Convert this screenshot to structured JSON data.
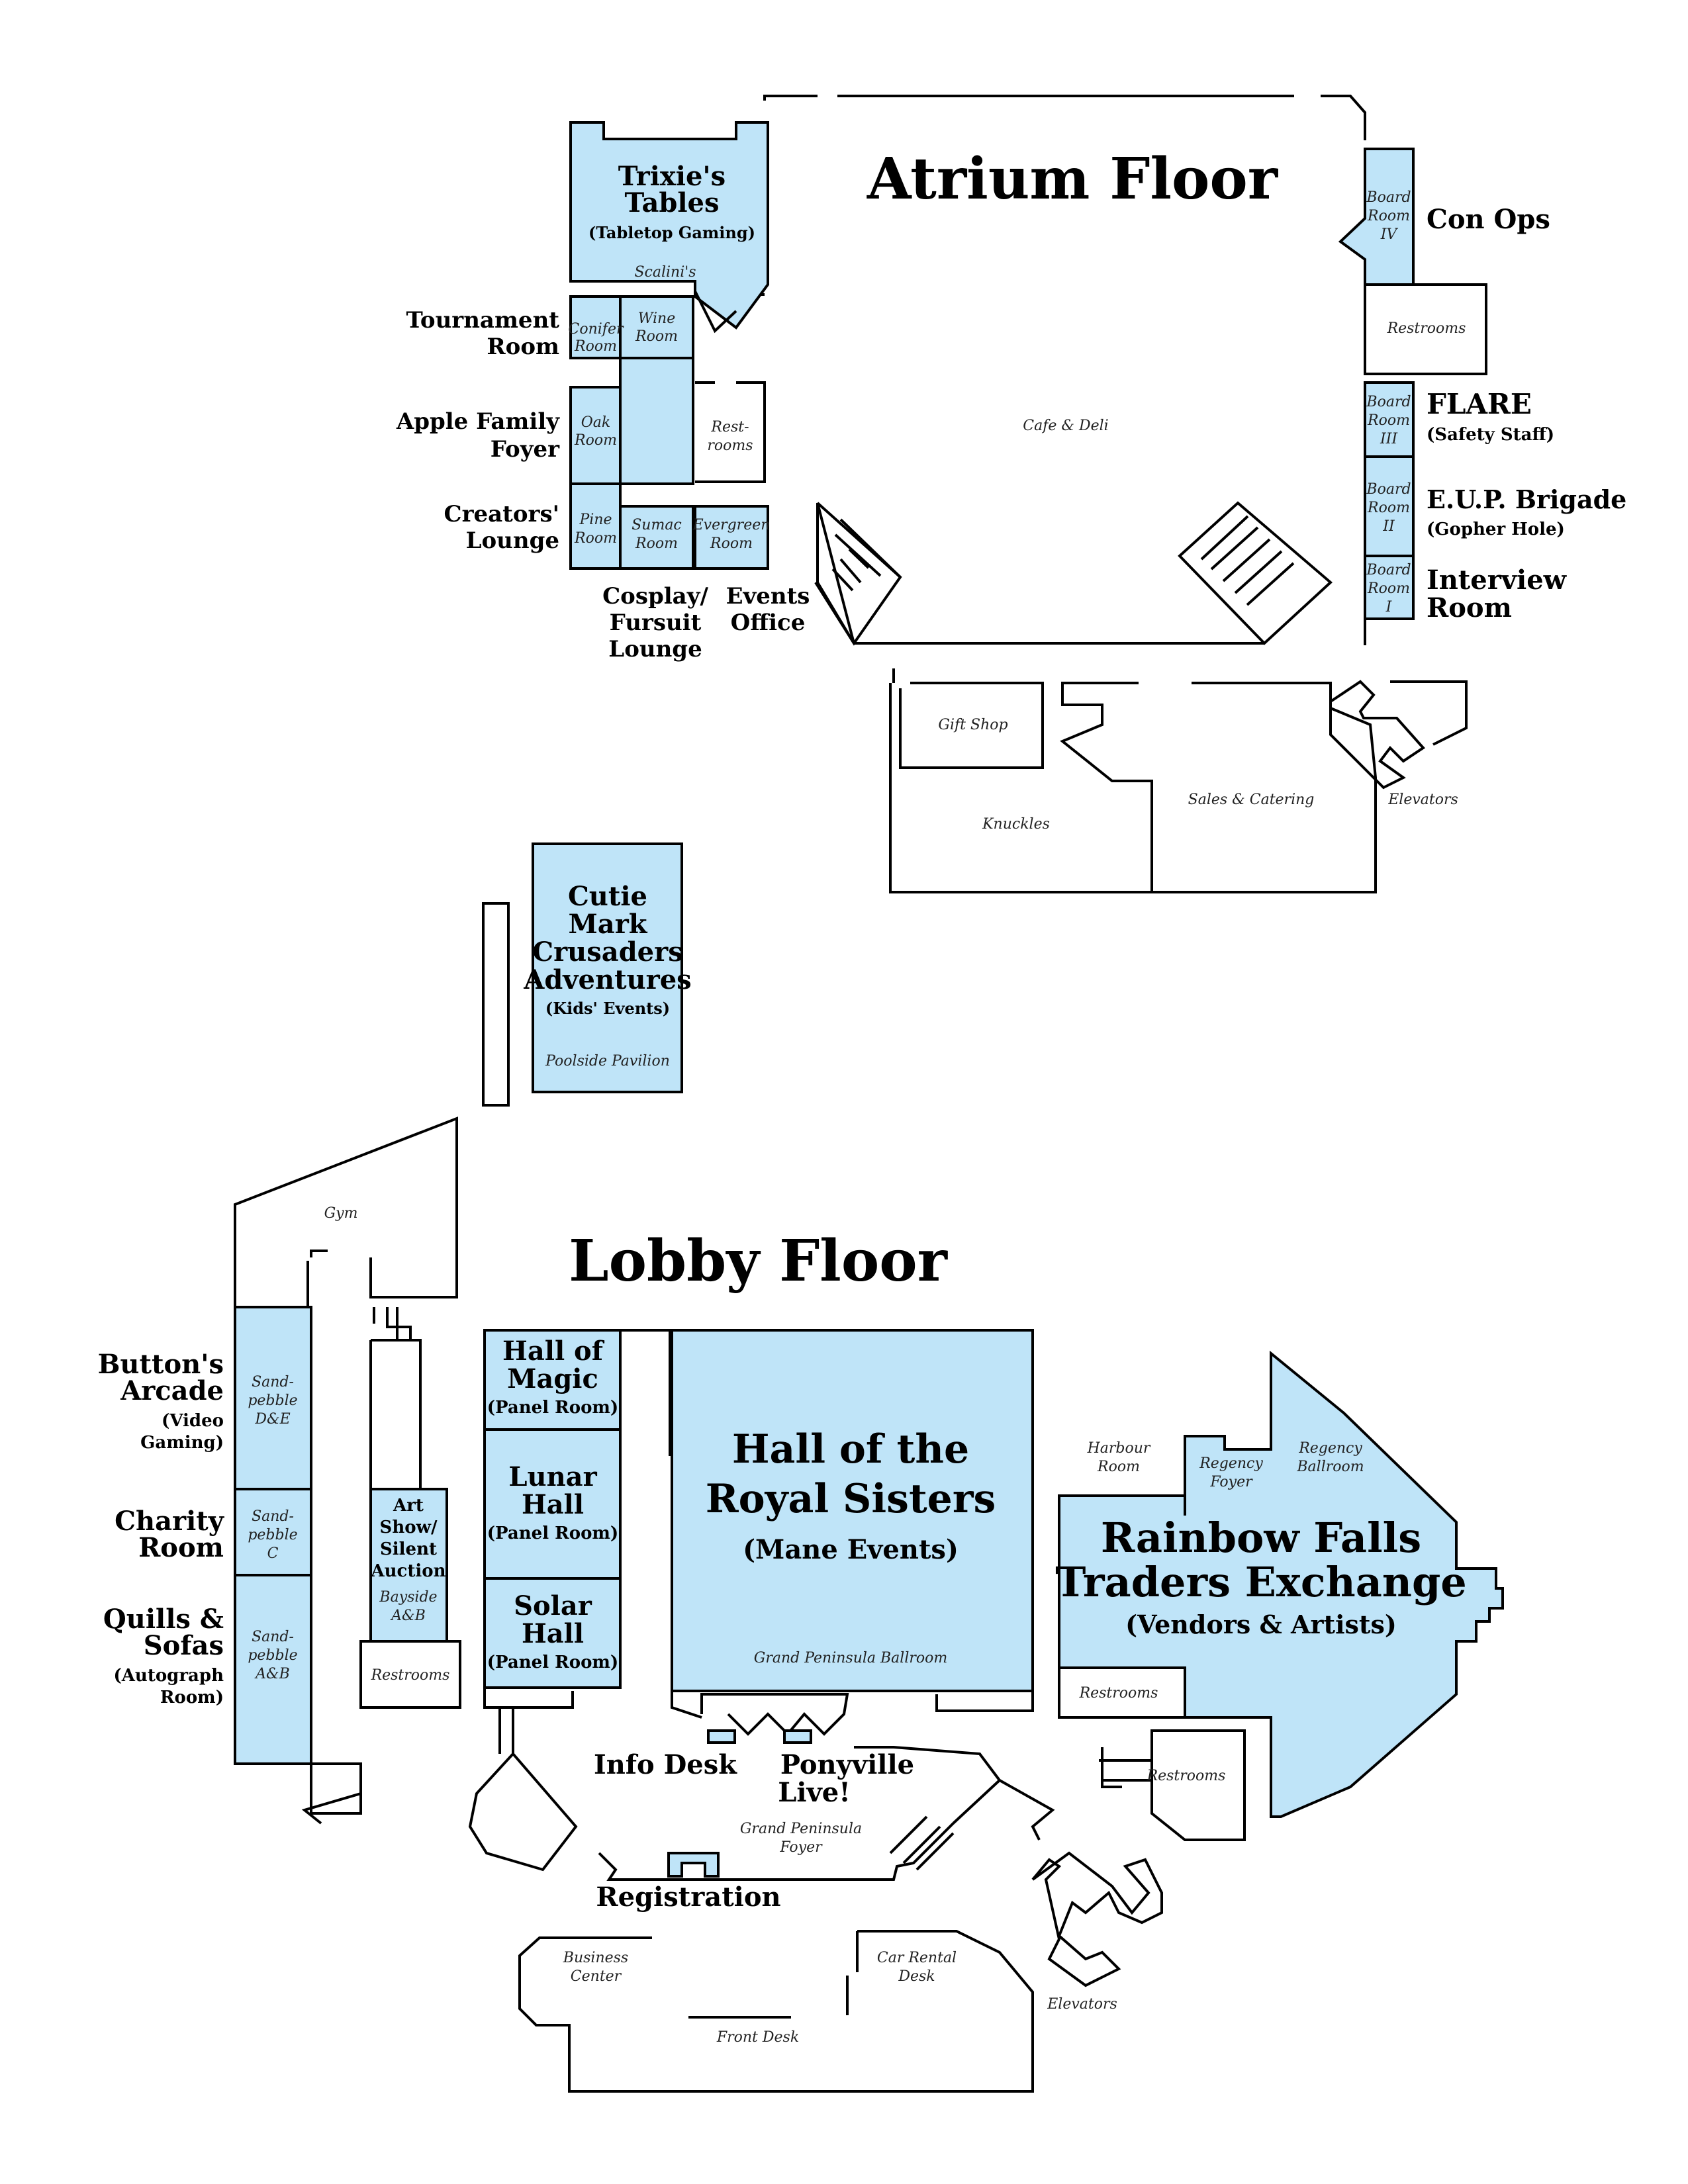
{
  "atrium": {
    "title": "Atrium Floor",
    "trixie": {
      "l1": "Trixie's",
      "l2": "Tables",
      "sub": "(Tabletop Gaming)",
      "room": "Scalini's"
    },
    "tournament": {
      "l1": "Tournament",
      "l2": "Room"
    },
    "conifer": {
      "l1": "Conifer",
      "l2": "Room"
    },
    "wine": {
      "l1": "Wine",
      "l2": "Room"
    },
    "apple": {
      "l1": "Apple Family",
      "l2": "Foyer"
    },
    "oak": {
      "l1": "Oak",
      "l2": "Room"
    },
    "restrooms_left": {
      "l1": "Rest-",
      "l2": "rooms"
    },
    "creators": {
      "l1": "Creators'",
      "l2": "Lounge"
    },
    "pine": {
      "l1": "Pine",
      "l2": "Room"
    },
    "sumac": {
      "l1": "Sumac",
      "l2": "Room"
    },
    "evergreen": {
      "l1": "Evergreen",
      "l2": "Room"
    },
    "cosplay": {
      "l1": "Cosplay/",
      "l2": "Fursuit",
      "l3": "Lounge"
    },
    "events": {
      "l1": "Events",
      "l2": "Office"
    },
    "cafe": "Cafe & Deli",
    "board4": {
      "l1": "Board",
      "l2": "Room",
      "l3": "IV"
    },
    "conops": "Con Ops",
    "restrooms_right": "Restrooms",
    "board3": {
      "l1": "Board",
      "l2": "Room",
      "l3": "III"
    },
    "flare": {
      "l1": "FLARE",
      "l2": "(Safety Staff)"
    },
    "board2": {
      "l1": "Board",
      "l2": "Room",
      "l3": "II"
    },
    "eup": {
      "l1": "E.U.P. Brigade",
      "l2": "(Gopher Hole)"
    },
    "board1": {
      "l1": "Board",
      "l2": "Room",
      "l3": "I"
    },
    "interview": {
      "l1": "Interview",
      "l2": "Room"
    },
    "gift": "Gift Shop",
    "knuckles": "Knuckles",
    "sales": "Sales & Catering",
    "elevators": "Elevators"
  },
  "pool": {
    "l1": "Cutie",
    "l2": "Mark",
    "l3": "Crusaders",
    "l4": "Adventures",
    "sub": "(Kids' Events)",
    "room": "Poolside Pavilion"
  },
  "lobby": {
    "title": "Lobby Floor",
    "gym": "Gym",
    "button": {
      "l1": "Button's",
      "l2": "Arcade",
      "l3": "(Video",
      "l4": "Gaming)"
    },
    "sp_de": {
      "l1": "Sand-",
      "l2": "pebble",
      "l3": "D&E"
    },
    "charity": {
      "l1": "Charity",
      "l2": "Room"
    },
    "sp_c": {
      "l1": "Sand-",
      "l2": "pebble",
      "l3": "C"
    },
    "quills": {
      "l1": "Quills &",
      "l2": "Sofas",
      "l3": "(Autograph",
      "l4": "Room)"
    },
    "sp_ab": {
      "l1": "Sand-",
      "l2": "pebble",
      "l3": "A&B"
    },
    "art": {
      "l1": "Art",
      "l2": "Show/",
      "l3": "Silent",
      "l4": "Auction",
      "room1": "Bayside",
      "room2": "A&B"
    },
    "restrooms_a": "Restrooms",
    "magic": {
      "l1": "Hall of",
      "l2": "Magic",
      "sub": "(Panel Room)"
    },
    "lunar": {
      "l1": "Lunar",
      "l2": "Hall",
      "sub": "(Panel Room)"
    },
    "solar": {
      "l1": "Solar",
      "l2": "Hall",
      "sub": "(Panel Room)"
    },
    "royal": {
      "l1": "Hall of the",
      "l2": "Royal Sisters",
      "sub": "(Mane Events)",
      "room": "Grand Peninsula Ballroom"
    },
    "harbour": {
      "l1": "Harbour",
      "l2": "Room"
    },
    "regfoyer": {
      "l1": "Regency",
      "l2": "Foyer"
    },
    "regball": {
      "l1": "Regency",
      "l2": "Ballroom"
    },
    "rainbow": {
      "l1": "Rainbow Falls",
      "l2": "Traders Exchange",
      "sub": "(Vendors & Artists)"
    },
    "restrooms_b": "Restrooms",
    "restrooms_c": "Restrooms",
    "info": "Info Desk",
    "ponyville": {
      "l1": "Ponyville",
      "l2": "Live!"
    },
    "foyer": {
      "l1": "Grand Peninsula",
      "l2": "Foyer"
    },
    "registration": "Registration",
    "business": {
      "l1": "Business",
      "l2": "Center"
    },
    "carrental": {
      "l1": "Car Rental",
      "l2": "Desk"
    },
    "frontdesk": "Front Desk",
    "elevators": "Elevators"
  }
}
